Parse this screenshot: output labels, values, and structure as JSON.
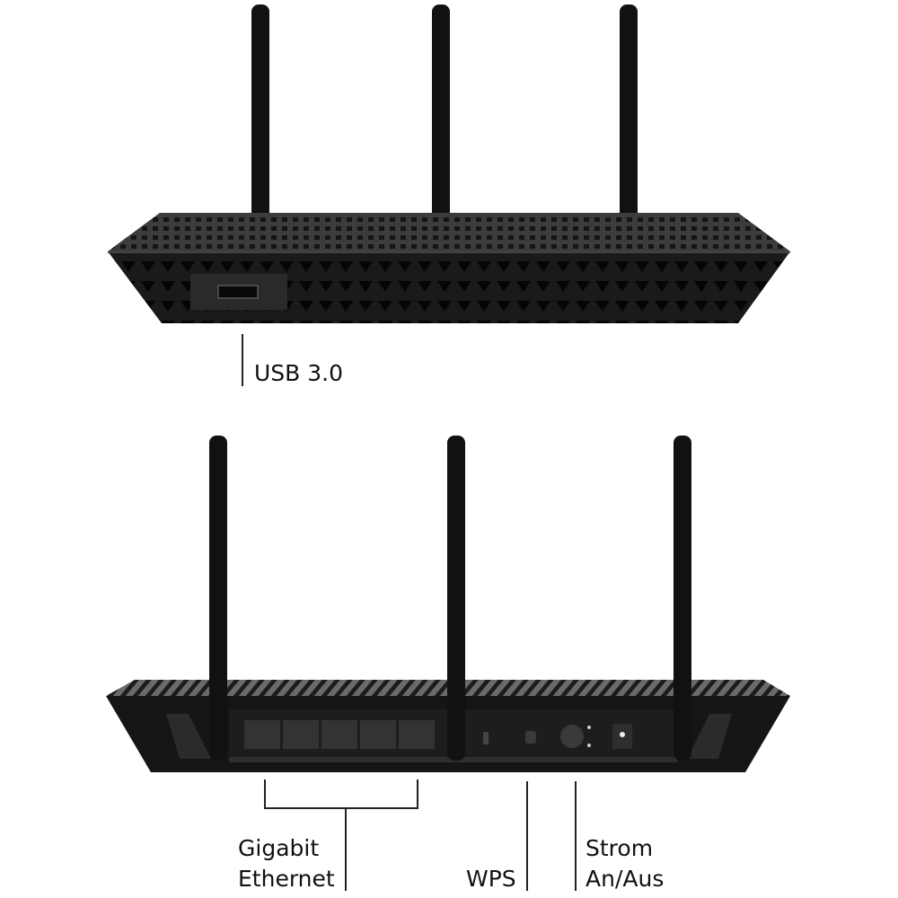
{
  "callouts": {
    "usb": "USB 3.0",
    "ethernet_line1": "Gigabit",
    "ethernet_line2": "Ethernet",
    "wps": "WPS",
    "power_line1": "Strom",
    "power_line2": "An/Aus"
  },
  "colors": {
    "body": "#141414",
    "top_surface": "#3a3a3a",
    "callout_line": "#222222"
  }
}
